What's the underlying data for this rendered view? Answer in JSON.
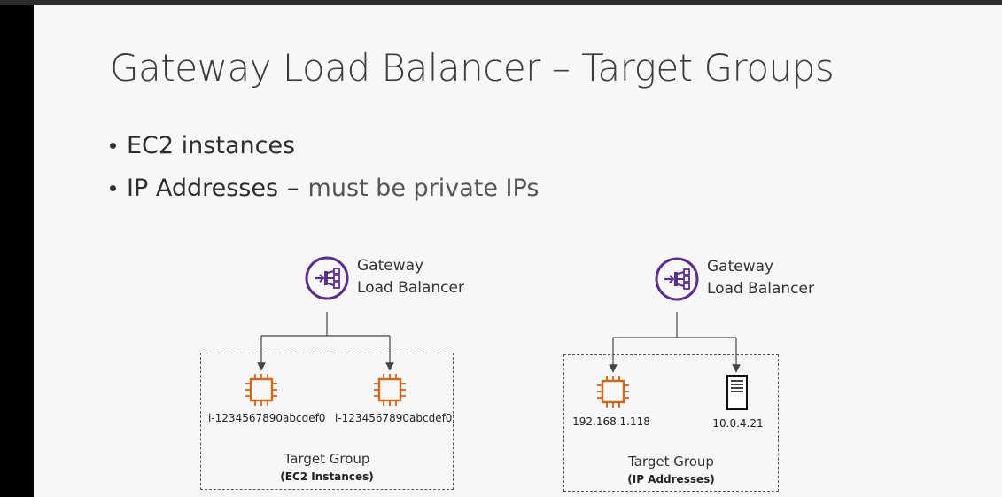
{
  "slide": {
    "title": "Gateway Load Balancer – Target Groups",
    "bullets": [
      {
        "text": "EC2 instances",
        "aux": ""
      },
      {
        "text": "IP Addresses",
        "aux": "must be private IPs"
      }
    ],
    "emdash": "–"
  },
  "diagram_left": {
    "lb_line1": "Gateway",
    "lb_line2": "Load Balancer",
    "targets": [
      {
        "icon": "ec2-instance-icon",
        "label": "i-1234567890abcdef0"
      },
      {
        "icon": "ec2-instance-icon",
        "label": "i-1234567890abcdef0"
      }
    ],
    "group_title": "Target Group",
    "group_sub": "(EC2 Instances)"
  },
  "diagram_right": {
    "lb_line1": "Gateway",
    "lb_line2": "Load Balancer",
    "targets": [
      {
        "icon": "ec2-instance-icon",
        "label": "192.168.1.118"
      },
      {
        "icon": "server-icon",
        "label": "10.0.4.21"
      }
    ],
    "group_title": "Target Group",
    "group_sub": "(IP Addresses)"
  },
  "colors": {
    "lb_purple": "#5a2d91",
    "ec2_orange": "#d86613",
    "slide_bg": "#f7f7f7"
  }
}
